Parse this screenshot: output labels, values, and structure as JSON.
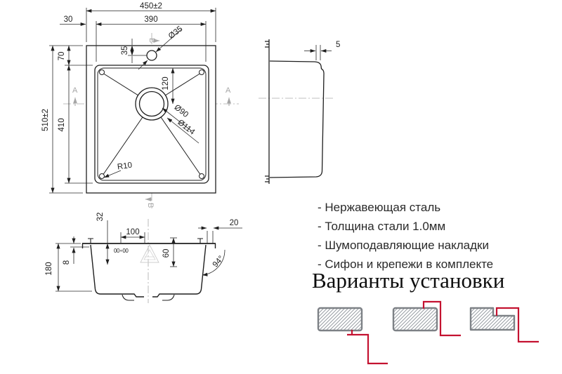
{
  "drawing": {
    "top_view": {
      "dim_width_total": "450±2",
      "dim_width_bowl": "390",
      "dim_offset_left": "30",
      "dim_faucet_diameter": "Ø35",
      "dim_faucet_offset": "35",
      "dim_edge_top": "70",
      "dim_height_total": "510±2",
      "dim_height_bowl": "410",
      "dim_drain_offset": "120",
      "dim_drain_d1": "Ø90",
      "dim_drain_d2": "Ø114",
      "dim_corner_radius": "R10",
      "section_a": "A",
      "section_b": "В"
    },
    "side_view": {
      "dim_lip": "5"
    },
    "section_view": {
      "dim_clip": "32",
      "dim_drain_x": "100",
      "dim_lip_overhang": "20",
      "dim_flange": "8",
      "dim_depth": "180",
      "dim_recess": "60",
      "dim_wall_angle": "94°",
      "pad_mark": "00∘00"
    }
  },
  "features": {
    "items": [
      "- Нержавеющая сталь",
      "- Толщина стали 1.0мм",
      "- Шумоподавляющие накладки",
      "- Сифон и крепежи в комплекте"
    ]
  },
  "install": {
    "title": "Варианты установки"
  },
  "colors": {
    "accent_red": "#c41230",
    "line": "#1f1f1f",
    "muted_gray": "#a6a6a6",
    "hatch_border": "#7d8186"
  }
}
